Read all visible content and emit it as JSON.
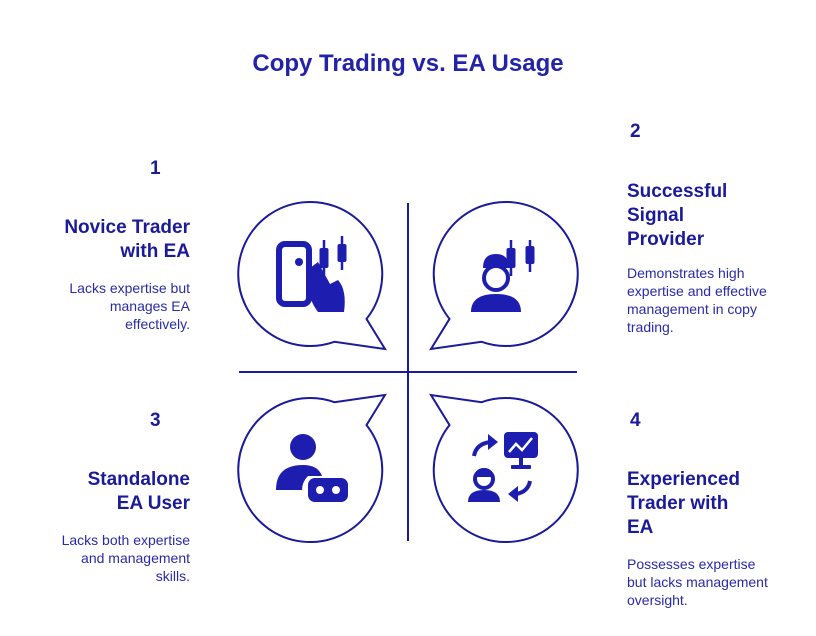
{
  "title": "Copy Trading vs. EA Usage",
  "colors": {
    "primary": "#1a1a9a",
    "icon": "#1d1db0",
    "text": "#2a2aa8"
  },
  "quadrants": [
    {
      "number": "1",
      "heading_lines": [
        "Novice Trader",
        "with EA"
      ],
      "description_lines": [
        "Lacks expertise but",
        "manages EA",
        "effectively."
      ],
      "icon": "tablet-candlestick-hand-icon"
    },
    {
      "number": "2",
      "heading_lines": [
        "Successful",
        "Signal",
        "Provider"
      ],
      "description_lines": [
        "Demonstrates high",
        "expertise and effective",
        "management in copy",
        "trading."
      ],
      "icon": "trader-candlestick-icon"
    },
    {
      "number": "3",
      "heading_lines": [
        "Standalone",
        "EA User"
      ],
      "description_lines": [
        "Lacks both expertise",
        "and management",
        "skills."
      ],
      "icon": "user-robot-icon"
    },
    {
      "number": "4",
      "heading_lines": [
        "Experienced",
        "Trader with",
        "EA"
      ],
      "description_lines": [
        "Possesses expertise",
        "but lacks management",
        "oversight."
      ],
      "icon": "trader-chart-arrows-icon"
    }
  ]
}
